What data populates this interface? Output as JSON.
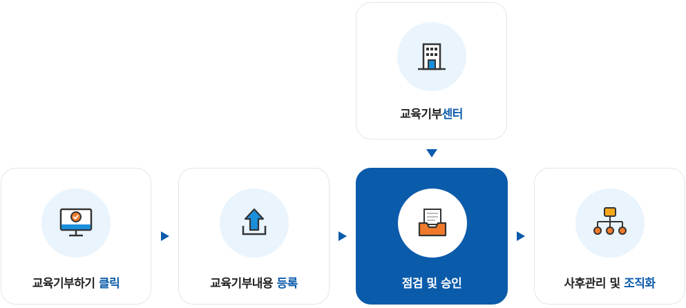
{
  "center": {
    "label_main": "교육기부",
    "label_highlight": "센터",
    "icon": "building-icon"
  },
  "steps": [
    {
      "label_main": "교육기부하기 ",
      "label_highlight": "클릭",
      "icon": "monitor-check-icon"
    },
    {
      "label_main": "교육기부내용 ",
      "label_highlight": "등록",
      "icon": "upload-icon"
    },
    {
      "label_main": "점검 및 승인",
      "label_highlight": "",
      "icon": "inbox-document-icon",
      "active": true
    },
    {
      "label_main": "사후관리 및 ",
      "label_highlight": "조직화",
      "icon": "org-chart-icon"
    }
  ],
  "colors": {
    "brand_blue": "#0b5bab",
    "icon_blue": "#1a8fdc",
    "icon_orange": "#f07a2b",
    "icon_circle_bg": "#e9f4fd",
    "icon_dark": "#333333"
  }
}
